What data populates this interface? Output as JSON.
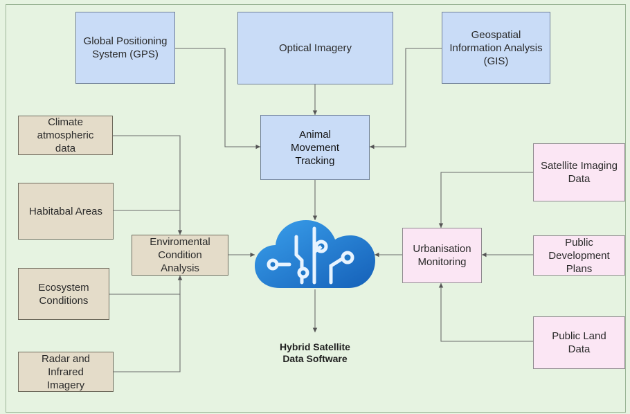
{
  "nodes": {
    "gps": "Global Positioning System (GPS)",
    "optical": "Optical Imagery",
    "gis": "Geospatial Information Analysis (GIS)",
    "animal": "Animal Movement Tracking",
    "climate": "Climate atmospheric data",
    "habitabal": "Habitabal Areas",
    "enviro": "Enviromental Condition Analysis",
    "ecosystem": "Ecosystem Conditions",
    "radar": "Radar and Infrared Imagery",
    "satellite": "Satellite Imaging Data",
    "urban": "Urbanisation Monitoring",
    "public_dev": "Public Development Plans",
    "public_land": "Public Land Data",
    "output": "Hybrid Satellite Data Software"
  },
  "colors": {
    "background": "#e6f3e1",
    "blue_box": "#c9dcf7",
    "tan_box": "#e4dcc9",
    "pink_box": "#fbe6f4",
    "cloud": "#1f78c8"
  },
  "icons": {
    "center": "cloud-circuit-icon"
  }
}
